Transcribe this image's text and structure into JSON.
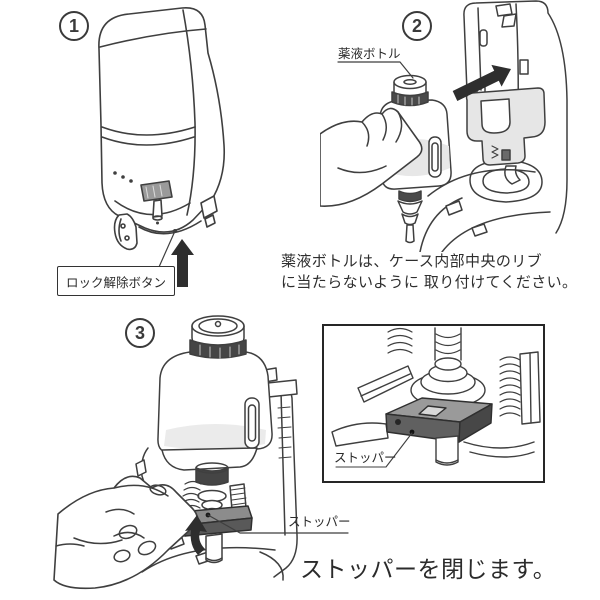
{
  "page": {
    "background": "#ffffff"
  },
  "colors": {
    "line": "#3f3f3f",
    "arrow": "#2e2e2e",
    "shade": "#e6e6e6",
    "stopper_dark": "#5f5f5f",
    "text": "#2b2b2b"
  },
  "step1": {
    "number": "1",
    "lock_button_label": "ロック解除ボタン"
  },
  "step2": {
    "number": "2",
    "bottle_label": "薬液ボトル",
    "caption_line1": "薬液ボトルは、ケース内部中央のリブ",
    "caption_line2": "に当たらないように 取り付けてください。"
  },
  "step3": {
    "number": "3",
    "stopper_label": "ストッパー",
    "instruction": "ストッパーを閉じます。"
  },
  "inset": {
    "stopper_label": "ストッパー"
  }
}
